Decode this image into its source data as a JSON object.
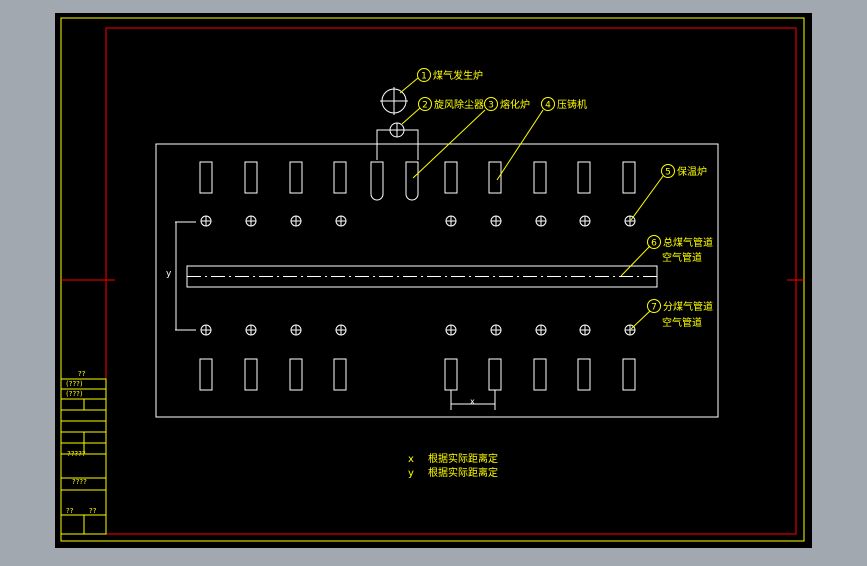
{
  "colors": {
    "background": "#a1a8b0",
    "canvas": "#000000",
    "frame": "#ffff00",
    "border": "#ff0000",
    "drawing": "#ffffff",
    "label": "#ffff00"
  },
  "callouts": [
    {
      "num": "1",
      "text": "煤气发生炉"
    },
    {
      "num": "2",
      "text": "旋风除尘器"
    },
    {
      "num": "3",
      "text": "熔化炉"
    },
    {
      "num": "4",
      "text": "压铸机"
    },
    {
      "num": "5",
      "text": "保温炉"
    },
    {
      "num": "6",
      "text": "总煤气管道"
    },
    {
      "num": "7",
      "text": "分煤气管道"
    }
  ],
  "callout_sublabels": {
    "air_pipe_1": "空气管道",
    "air_pipe_2": "空气管道"
  },
  "dimensions": {
    "x": "x",
    "y": "y"
  },
  "notes": [
    {
      "symbol": "x",
      "text": "根据实际距离定"
    },
    {
      "symbol": "y",
      "text": "根据实际距离定"
    }
  ],
  "title_block": {
    "r1": "??",
    "r2": "(???)",
    "r3": "(???)",
    "r6": "?????",
    "r7": "????",
    "b1": "??",
    "b2": "??"
  }
}
